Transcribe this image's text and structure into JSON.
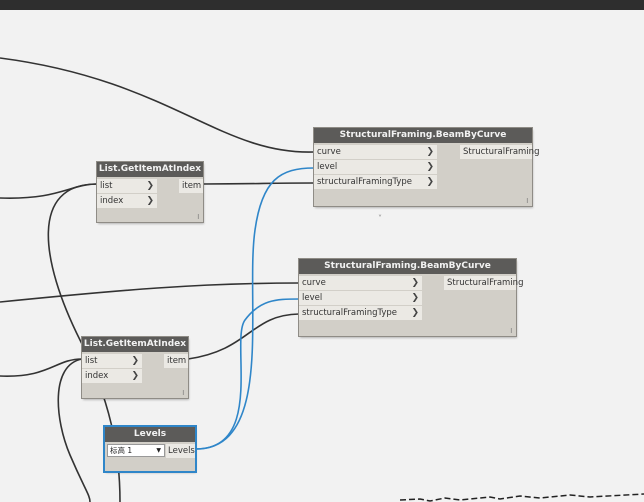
{
  "nodes": {
    "beam1": {
      "title": "StructuralFraming.BeamByCurve",
      "inputs": [
        "curve",
        "level",
        "structuralFramingType"
      ],
      "output": "StructuralFraming",
      "lacing": "l"
    },
    "beam2": {
      "title": "StructuralFraming.BeamByCurve",
      "inputs": [
        "curve",
        "level",
        "structuralFramingType"
      ],
      "output": "StructuralFraming",
      "lacing": "l"
    },
    "getitem1": {
      "title": "List.GetItemAtIndex",
      "inputs": [
        "list",
        "index"
      ],
      "output": "item",
      "lacing": "l"
    },
    "getitem2": {
      "title": "List.GetItemAtIndex",
      "inputs": [
        "list",
        "index"
      ],
      "output": "item",
      "lacing": "l"
    },
    "levels": {
      "title": "Levels",
      "selected": "标高 1",
      "output": "Levels"
    }
  },
  "glyphs": {
    "chevron": "❯",
    "dropdown_arrow": "▼",
    "canvas_marker": "˅"
  },
  "colors": {
    "wire_default": "#333333",
    "wire_selected": "#2f86c9",
    "node_header": "#5c5b59",
    "node_body": "#d2cfc8",
    "canvas": "#f2f2f2"
  }
}
